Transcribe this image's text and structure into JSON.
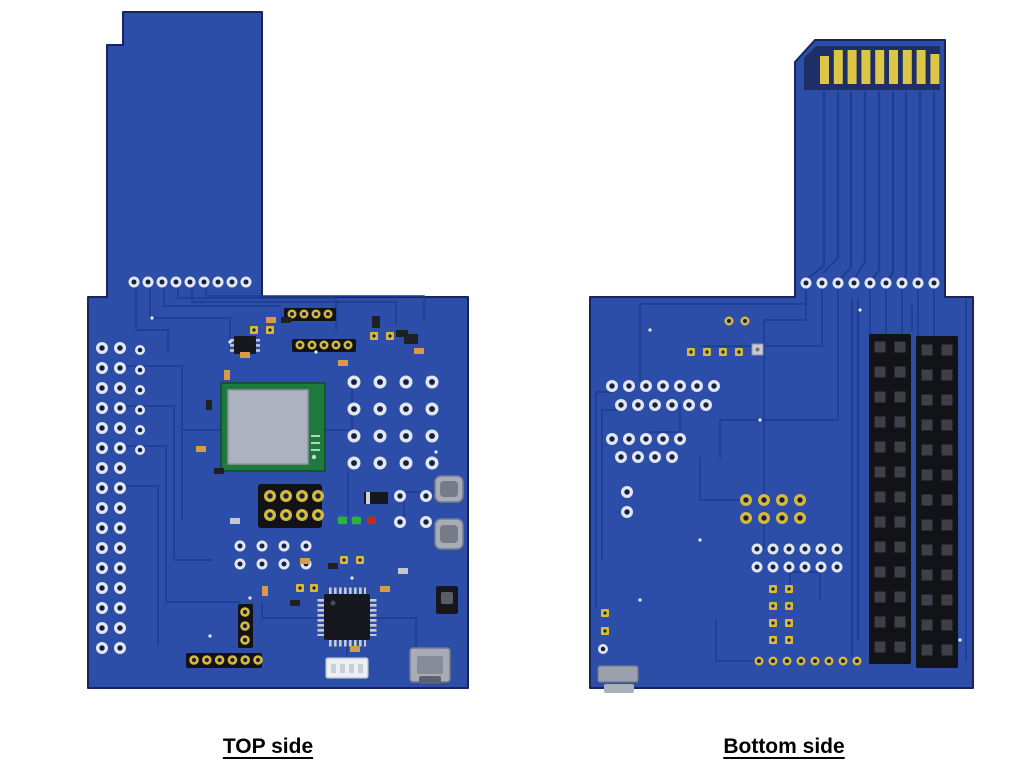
{
  "page": {
    "background": "#ffffff"
  },
  "figures": {
    "top": {
      "caption": "TOP side"
    },
    "bottom": {
      "caption": "Bottom side"
    }
  },
  "colors": {
    "page_bg": "#ffffff",
    "pcb": "#2c4ea8",
    "pcb_dark": "#1d2f66",
    "pcb_edge": "#17255a",
    "trace": "#1e3c92",
    "ring_silver": "#e2e6ee",
    "hole_dark": "#131f46",
    "gold": "#d7ba3a",
    "finger_gold": "#ddc545",
    "strip_black": "#121317",
    "slot": "#3e3f48",
    "chip_black": "#17181d",
    "pin_silver": "#c6cad3",
    "shield_silver": "#adb2c1",
    "module_green": "#1e7a3c",
    "connector_gray": "#a7acb8",
    "led_green": "#2fb43a",
    "led_red": "#c62828"
  },
  "components": {
    "top_side": [
      "pin-header-holes",
      "rf-shield-module",
      "mcu-qfp-chip",
      "usb-connector-upper",
      "usb-connector-lower",
      "micro-usb-connector",
      "white-wire-connector",
      "status-leds",
      "gold-pin-headers",
      "push-switch",
      "soic-chip",
      "passive-components"
    ],
    "bottom_side": [
      "card-edge-gold-fingers",
      "via-row",
      "header-socket-strip-left",
      "header-socket-strip-right",
      "plated-hole-clusters",
      "solder-pads",
      "micro-usb-underside"
    ]
  }
}
